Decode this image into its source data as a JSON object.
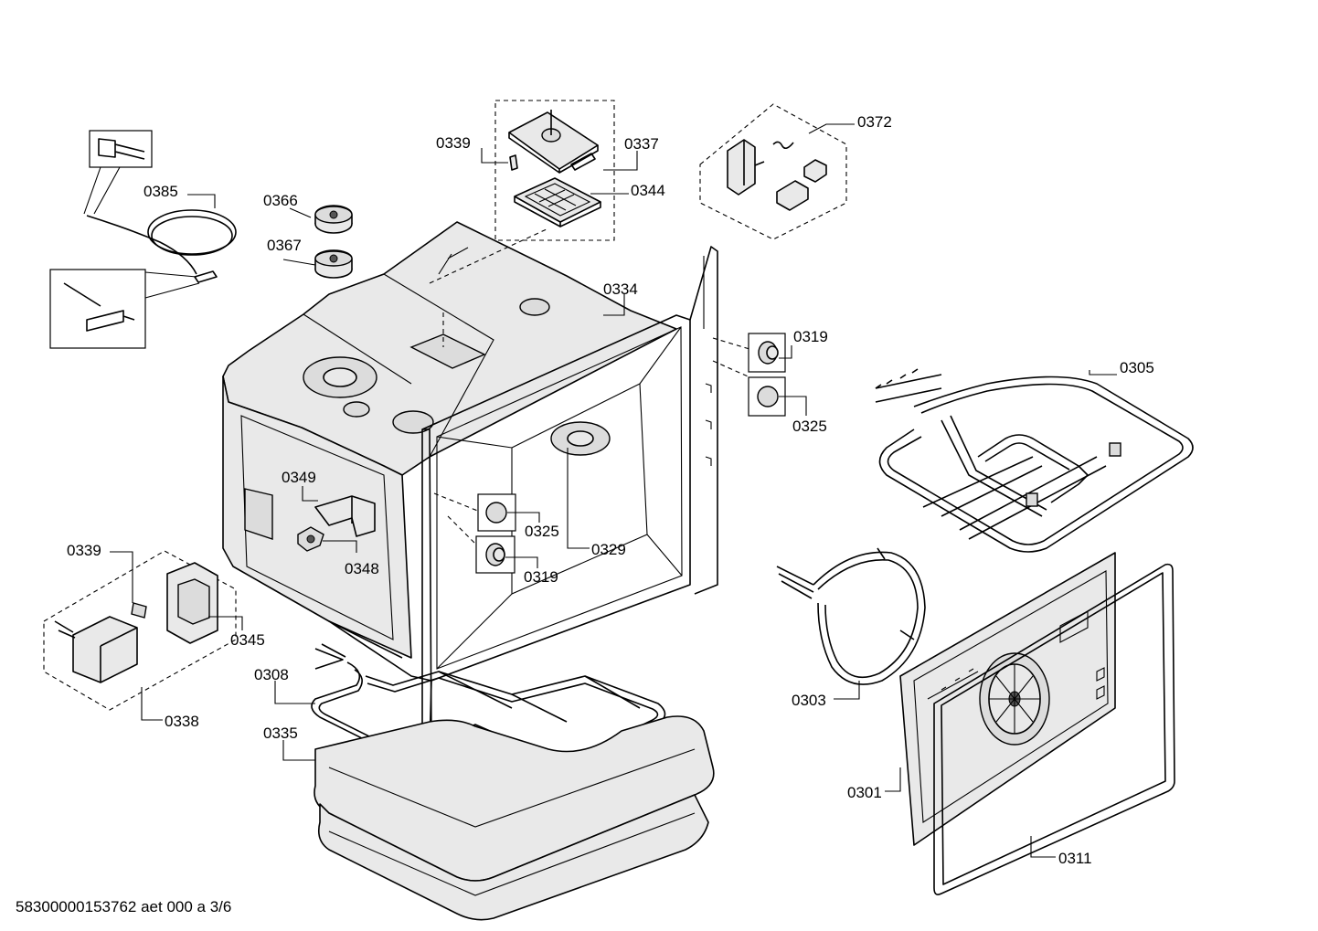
{
  "labels": {
    "p0385": "0385",
    "p0366": "0366",
    "p0367": "0367",
    "p0339a": "0339",
    "p0337": "0337",
    "p0344": "0344",
    "p0372": "0372",
    "p0334": "0334",
    "p0319a": "0319",
    "p0325a": "0325",
    "p0305": "0305",
    "p0349": "0349",
    "p0348": "0348",
    "p0325b": "0325",
    "p0319b": "0319",
    "p0329": "0329",
    "p0339b": "0339",
    "p0345": "0345",
    "p0338": "0338",
    "p0308": "0308",
    "p0335": "0335",
    "p0303": "0303",
    "p0301": "0301",
    "p0311": "0311"
  },
  "footer": "58300000153762 aet 000 a 3/6"
}
